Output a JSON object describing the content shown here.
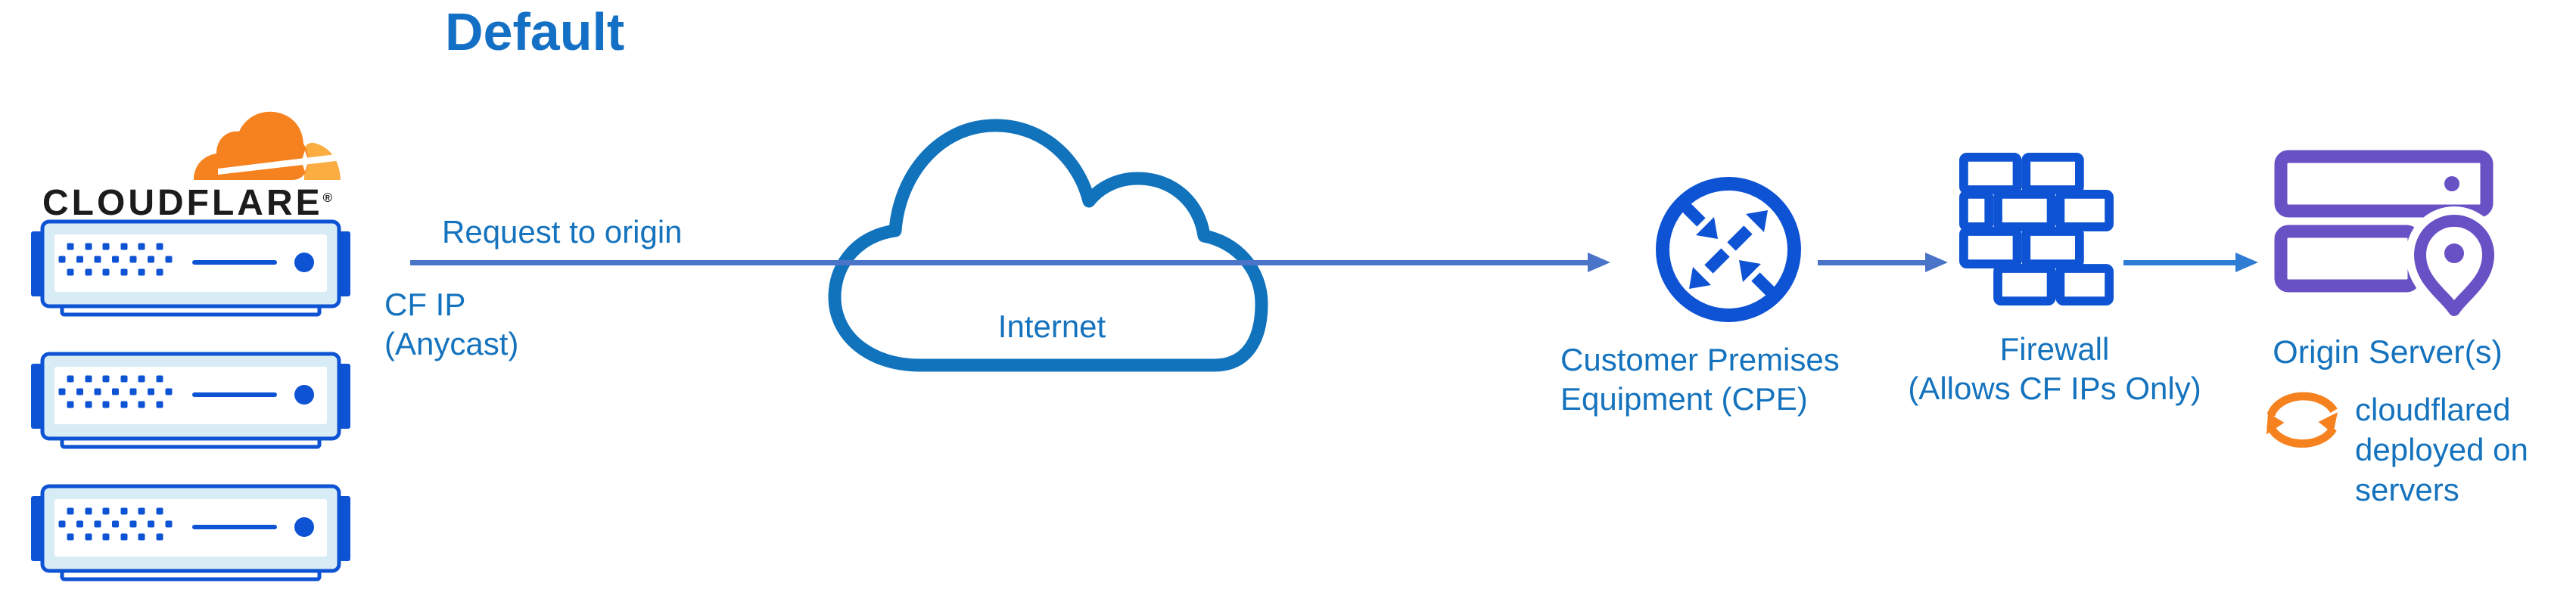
{
  "title": "Default",
  "brand": {
    "wordmark": "CLOUDFLARE",
    "registered_mark": "®",
    "logo_icon": "cloudflare-cloud-icon"
  },
  "flow": {
    "request_arrow": {
      "label": "Request to origin",
      "sublabel_line1": "CF IP",
      "sublabel_line2": "(Anycast)"
    }
  },
  "nodes": {
    "cloudflare_edge": {
      "icon": "server-rack-icon",
      "server_count": 3
    },
    "internet": {
      "icon": "cloud-icon",
      "label": "Internet"
    },
    "cpe": {
      "icon": "router-arrows-icon",
      "label_line1": "Customer Premises",
      "label_line2": "Equipment (CPE)"
    },
    "firewall": {
      "icon": "brick-wall-icon",
      "label_line1": "Firewall",
      "label_line2": "(Allows CF IPs Only)"
    },
    "origin": {
      "icon": "server-location-icon",
      "label": "Origin Server(s)",
      "annotation": {
        "icon": "sync-icon",
        "line1": "cloudflared",
        "line2": "deployed on",
        "line3": "servers"
      }
    }
  },
  "colors": {
    "label_blue": "#1573BE",
    "title_blue": "#1470C4",
    "arrow_blue": "#4A74C8",
    "arrow_blue_bright": "#2E7CD4",
    "icon_blue": "#0D53D3",
    "cloud_outline": "#1273BD",
    "server_fill": "#D8ECF5",
    "purple": "#6851C5",
    "orange": "#F6821F",
    "orange_light": "#FBAD41",
    "wordmark_black": "#1C1C1C",
    "page_bg": "#FFFFFF"
  }
}
